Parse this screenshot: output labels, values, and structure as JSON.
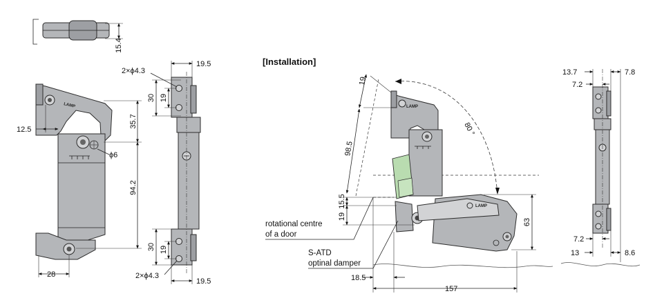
{
  "installation": {
    "heading": "[Installation]",
    "rotational_centre_line1": "rotational centre",
    "rotational_centre_line2": "of a door",
    "satd_line1": "S-ATD",
    "satd_line2": "optinal damper",
    "angle": "80 °",
    "dim_19_top": "19",
    "dim_98_5": "98.5",
    "dim_15_5": "15.5",
    "dim_19_left": "19",
    "dim_63": "63",
    "dim_18_5": "18.5",
    "dim_157": "157"
  },
  "top_view": {
    "dim_15_4": "15.4"
  },
  "front_view": {
    "dim_12_5": "12.5",
    "dim_35_7": "35.7",
    "dim_phi6": "ϕ6",
    "dim_94_2": "94.2",
    "dim_28": "28"
  },
  "side_view": {
    "hole_top": "2×ϕ4.3",
    "dim_19_5_top": "19.5",
    "dim_30_top": "30",
    "dim_19_top": "19",
    "dim_30_bottom": "30",
    "dim_19_bottom": "19",
    "hole_bottom": "2×ϕ4.3",
    "dim_19_5_bottom": "19.5"
  },
  "right_view": {
    "dim_13_7": "13.7",
    "dim_7_8": "7.8",
    "dim_7_2_top": "7.2",
    "dim_7_2_bottom": "7.2",
    "dim_13": "13",
    "dim_8_6": "8.6"
  },
  "brand_text": "LAMP",
  "colors": {
    "part_fill": "#b4b6b9",
    "damper_fill": "#b9dcb0",
    "line": "#222222"
  }
}
